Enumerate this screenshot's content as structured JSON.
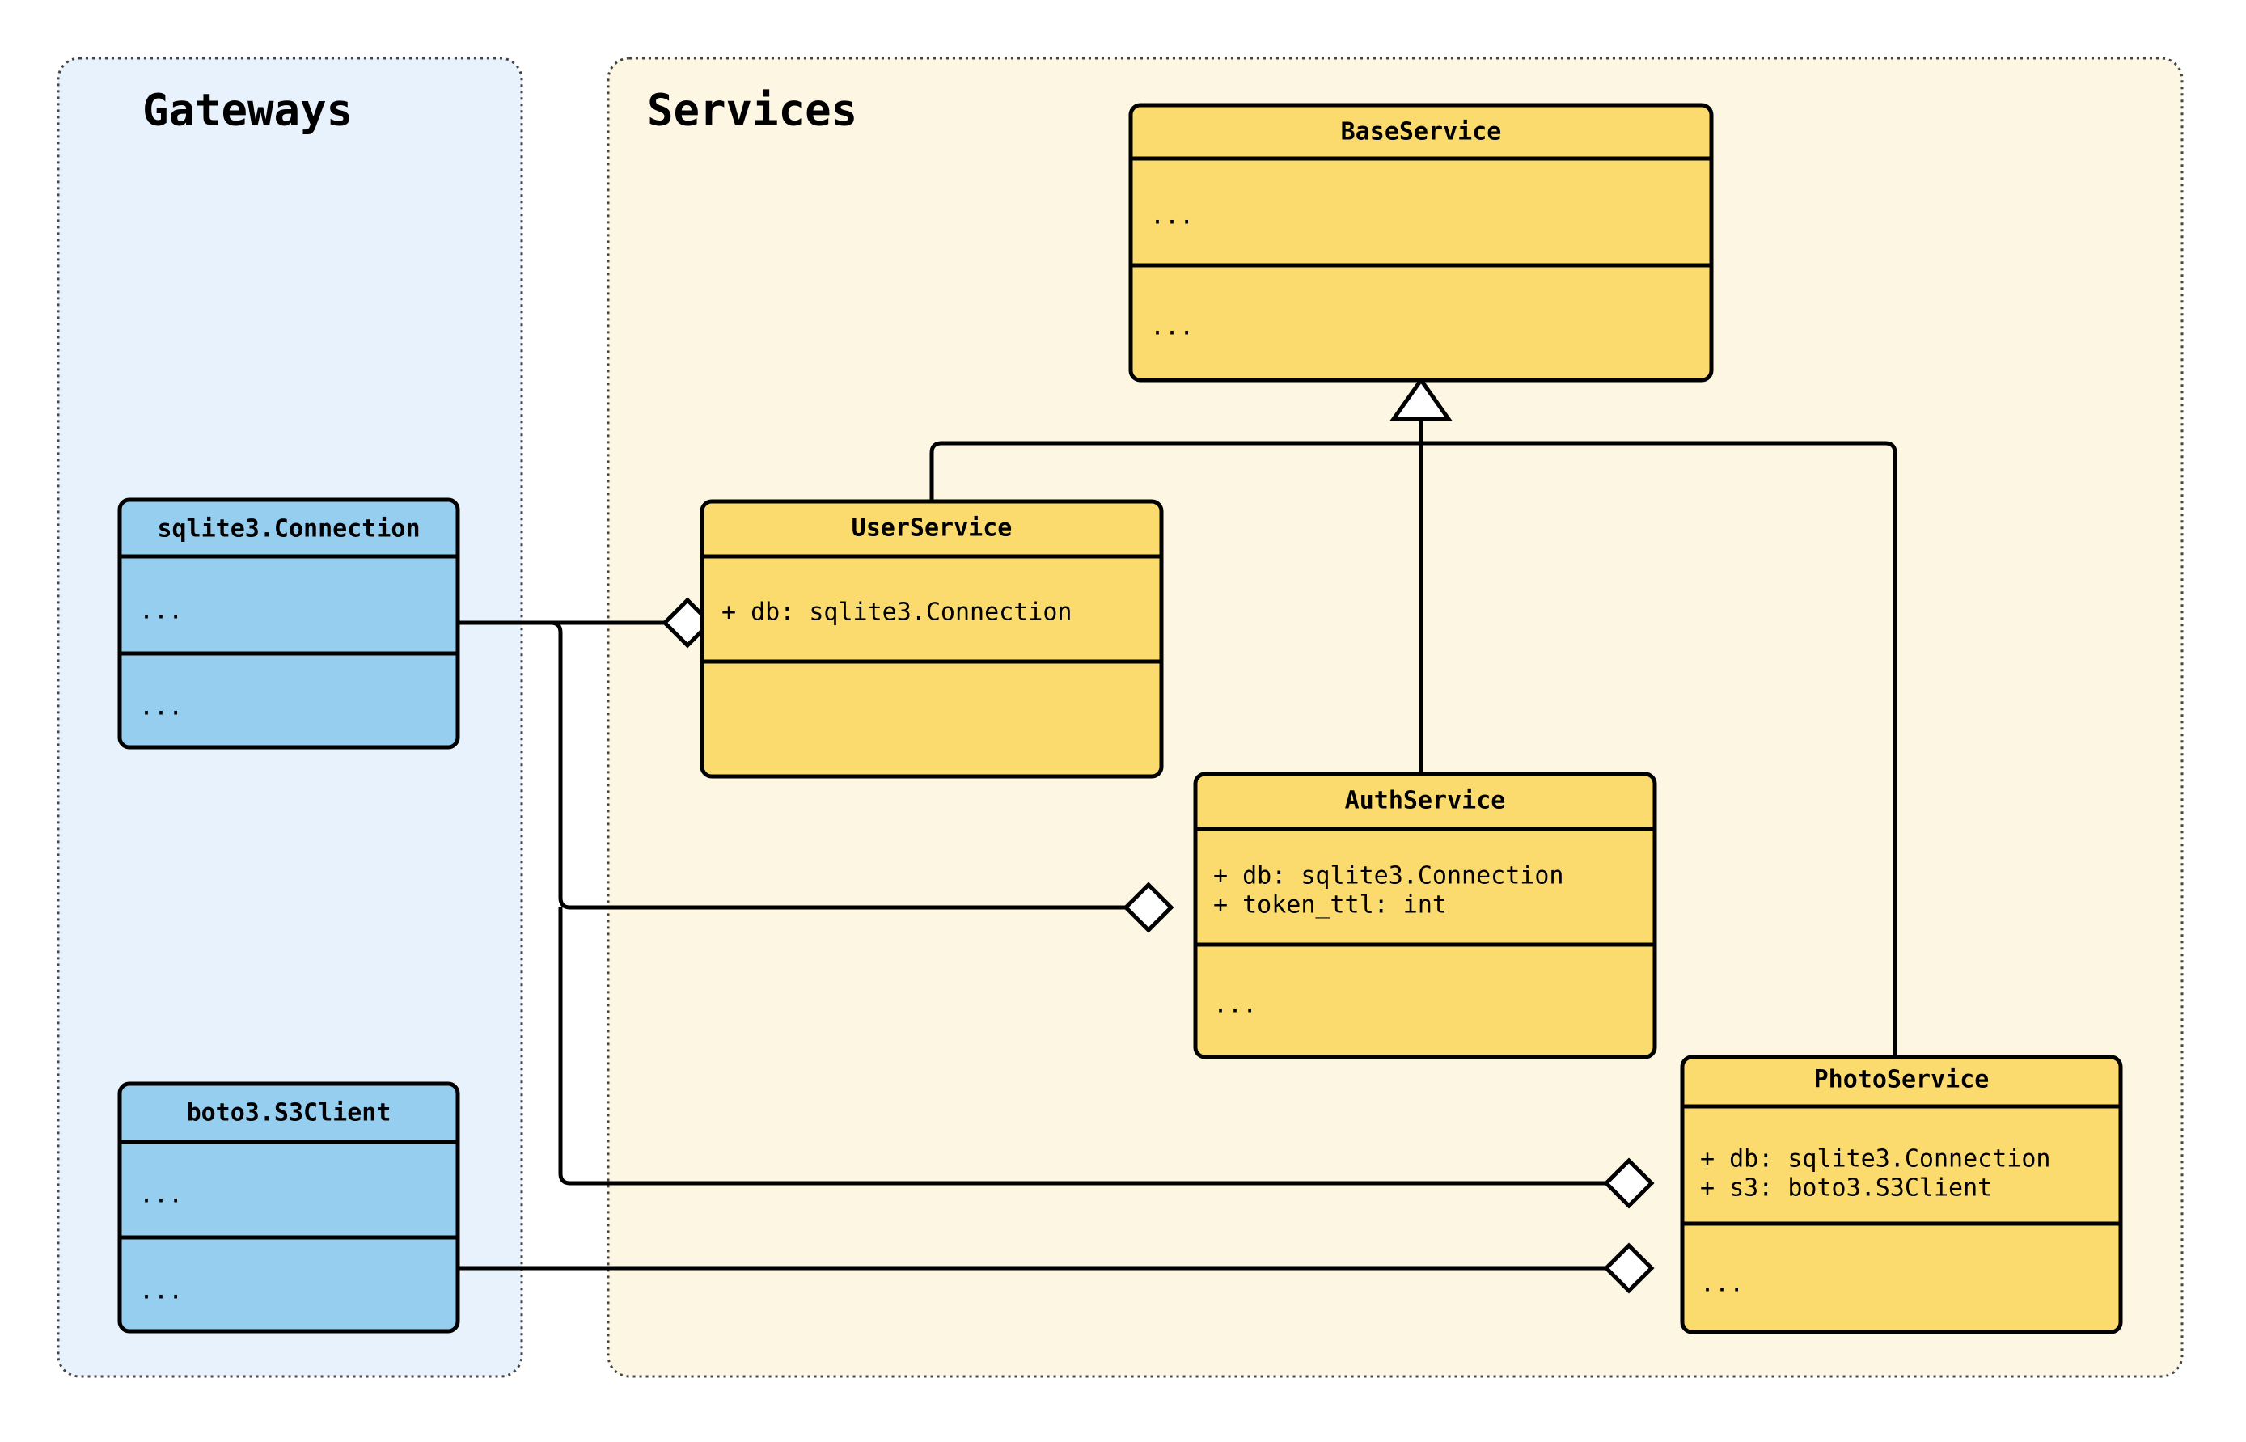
{
  "diagram": {
    "kind": "uml-class-diagram",
    "background": "#ffffff",
    "packages": [
      {
        "id": "gateways",
        "title": "Gateways",
        "fill": "#e8f2fd",
        "border": "#444444"
      },
      {
        "id": "services",
        "title": "Services",
        "fill": "#fdf6e3",
        "border": "#444444"
      }
    ],
    "classes": [
      {
        "id": "baseservice",
        "name": "BaseService",
        "package": "services",
        "fill": "#fcdb6e",
        "border": "#000000",
        "attributes": [
          "..."
        ],
        "methods": [
          "..."
        ]
      },
      {
        "id": "userservice",
        "name": "UserService",
        "package": "services",
        "fill": "#fcdb6e",
        "border": "#000000",
        "attributes": [
          "+ db: sqlite3.Connection"
        ],
        "methods": []
      },
      {
        "id": "authservice",
        "name": "AuthService",
        "package": "services",
        "fill": "#fcdb6e",
        "border": "#000000",
        "attributes": [
          "+ db: sqlite3.Connection",
          "+ token_ttl: int"
        ],
        "methods": [
          "..."
        ]
      },
      {
        "id": "photoservice",
        "name": "PhotoService",
        "package": "services",
        "fill": "#fcdb6e",
        "border": "#000000",
        "attributes": [
          "+ db: sqlite3.Connection",
          "+ s3: boto3.S3Client"
        ],
        "methods": [
          "..."
        ]
      },
      {
        "id": "sqlite3connection",
        "name": "sqlite3.Connection",
        "package": "gateways",
        "fill": "#96ceef",
        "border": "#000000",
        "attributes": [
          "..."
        ],
        "methods": [
          "..."
        ]
      },
      {
        "id": "boto3s3client",
        "name": "boto3.S3Client",
        "package": "gateways",
        "fill": "#96ceef",
        "border": "#000000",
        "attributes": [
          "..."
        ],
        "methods": [
          "..."
        ]
      }
    ],
    "relations": [
      {
        "id": "r1",
        "type": "generalization",
        "from": "userservice",
        "to": "baseservice",
        "marker": "hollow-triangle"
      },
      {
        "id": "r2",
        "type": "generalization",
        "from": "authservice",
        "to": "baseservice",
        "marker": "hollow-triangle"
      },
      {
        "id": "r3",
        "type": "generalization",
        "from": "photoservice",
        "to": "baseservice",
        "marker": "hollow-triangle"
      },
      {
        "id": "r4",
        "type": "aggregation",
        "from": "sqlite3connection",
        "to": "userservice",
        "marker": "hollow-diamond"
      },
      {
        "id": "r5",
        "type": "aggregation",
        "from": "sqlite3connection",
        "to": "authservice",
        "marker": "hollow-diamond"
      },
      {
        "id": "r6",
        "type": "aggregation",
        "from": "sqlite3connection",
        "to": "photoservice",
        "marker": "hollow-diamond"
      },
      {
        "id": "r7",
        "type": "aggregation",
        "from": "boto3s3client",
        "to": "photoservice",
        "marker": "hollow-diamond"
      }
    ]
  }
}
